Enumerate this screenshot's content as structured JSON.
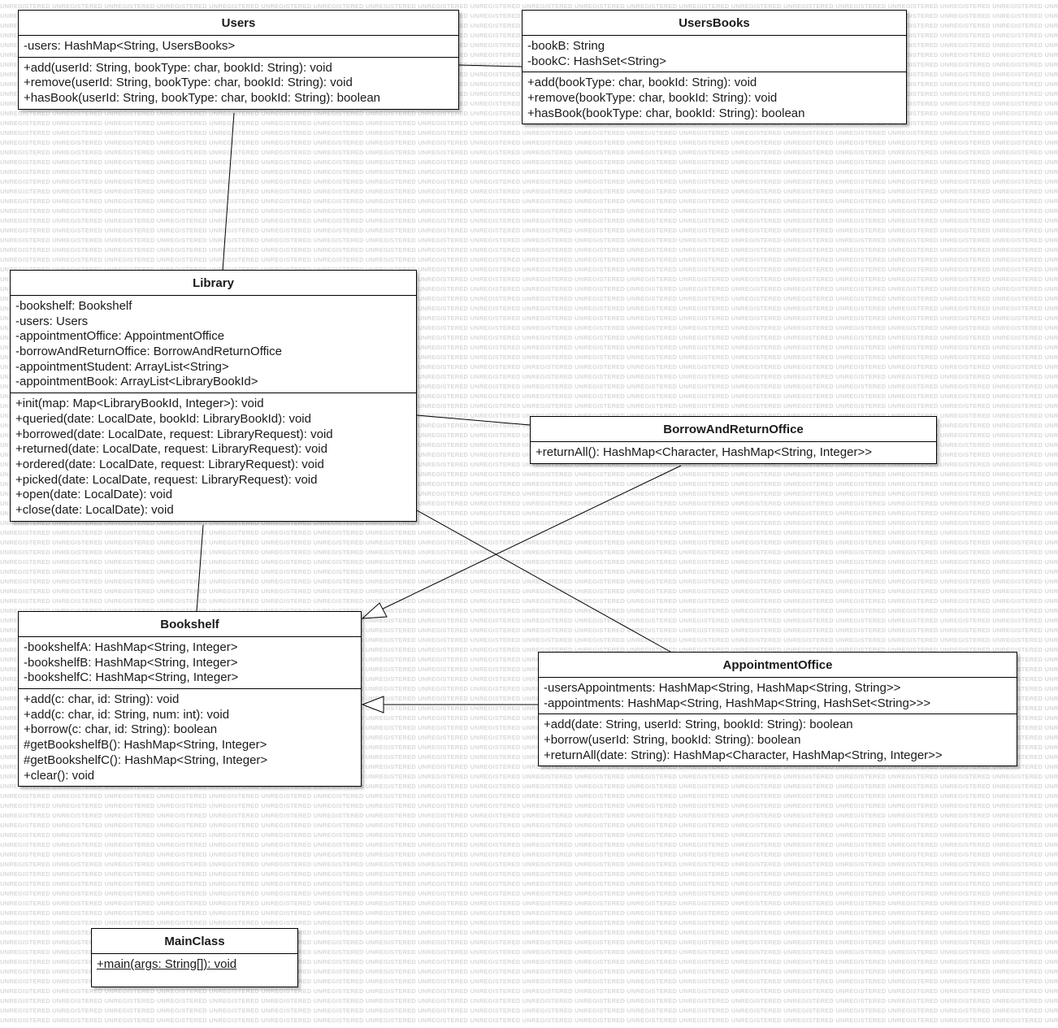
{
  "watermark": {
    "text": "UNREGISTERED"
  },
  "classes": {
    "users": {
      "name": "Users",
      "attributes": [
        "-users: HashMap<String, UsersBooks>"
      ],
      "operations": [
        "+add(userId: String, bookType: char, bookId: String): void",
        "+remove(userId: String, bookType: char, bookId: String): void",
        "+hasBook(userId: String, bookType: char, bookId: String): boolean"
      ]
    },
    "users_books": {
      "name": "UsersBooks",
      "attributes": [
        "-bookB: String",
        "-bookC: HashSet<String>"
      ],
      "operations": [
        "+add(bookType: char, bookId: String): void",
        "+remove(bookType: char, bookId: String): void",
        "+hasBook(bookType: char, bookId: String): boolean"
      ]
    },
    "library": {
      "name": "Library",
      "attributes": [
        "-bookshelf: Bookshelf",
        "-users: Users",
        "-appointmentOffice: AppointmentOffice",
        "-borrowAndReturnOffice: BorrowAndReturnOffice",
        "-appointmentStudent: ArrayList<String>",
        "-appointmentBook: ArrayList<LibraryBookId>"
      ],
      "operations": [
        "+init(map: Map<LibraryBookId, Integer>): void",
        "+queried(date: LocalDate, bookId: LibraryBookId): void",
        "+borrowed(date: LocalDate, request: LibraryRequest): void",
        "+returned(date: LocalDate, request: LibraryRequest): void",
        "+ordered(date: LocalDate, request: LibraryRequest): void",
        "+picked(date: LocalDate, request: LibraryRequest): void",
        "+open(date: LocalDate): void",
        "+close(date: LocalDate): void"
      ]
    },
    "borrow_and_return_office": {
      "name": "BorrowAndReturnOffice",
      "attributes": [],
      "operations": [
        "+returnAll(): HashMap<Character, HashMap<String, Integer>>"
      ]
    },
    "bookshelf": {
      "name": "Bookshelf",
      "attributes": [
        "-bookshelfA: HashMap<String, Integer>",
        "-bookshelfB: HashMap<String, Integer>",
        "-bookshelfC: HashMap<String, Integer>"
      ],
      "operations": [
        "+add(c: char, id: String): void",
        "+add(c: char, id: String, num: int): void",
        "+borrow(c: char, id: String): boolean",
        "#getBookshelfB(): HashMap<String, Integer>",
        "#getBookshelfC(): HashMap<String, Integer>",
        "+clear(): void"
      ]
    },
    "appointment_office": {
      "name": "AppointmentOffice",
      "attributes": [
        "-usersAppointments: HashMap<String, HashMap<String, String>>",
        "-appointments: HashMap<String, HashMap<String, HashSet<String>>>"
      ],
      "operations": [
        "+add(date: String, userId: String, bookId: String): boolean",
        "+borrow(userId: String, bookId: String): boolean",
        "+returnAll(date: String): HashMap<Character, HashMap<String, Integer>>"
      ]
    },
    "main_class": {
      "name": "MainClass",
      "attributes": [],
      "operations": [
        "+main(args: String[]): void"
      ]
    }
  }
}
